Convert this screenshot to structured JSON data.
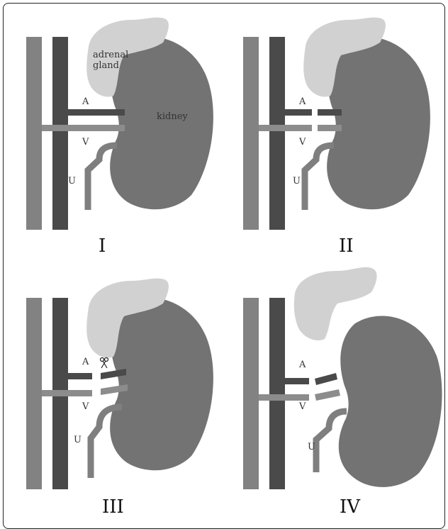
{
  "labels": {
    "adrenal_gland": "adrenal gland",
    "kidney": "kidney",
    "artery": "A",
    "vein": "V",
    "ureter": "U"
  },
  "panels": [
    {
      "numeral": "I"
    },
    {
      "numeral": "II"
    },
    {
      "numeral": "III"
    },
    {
      "numeral": "IV"
    }
  ],
  "colors": {
    "vena_cava": "#828282",
    "aorta": "#4a4a4a",
    "kidney": "#737373",
    "adrenal": "#d1d1d1",
    "vein": "#8c8c8c",
    "ureter": "#7f7f7f"
  },
  "icons": {
    "scissors": "scissors-icon"
  }
}
